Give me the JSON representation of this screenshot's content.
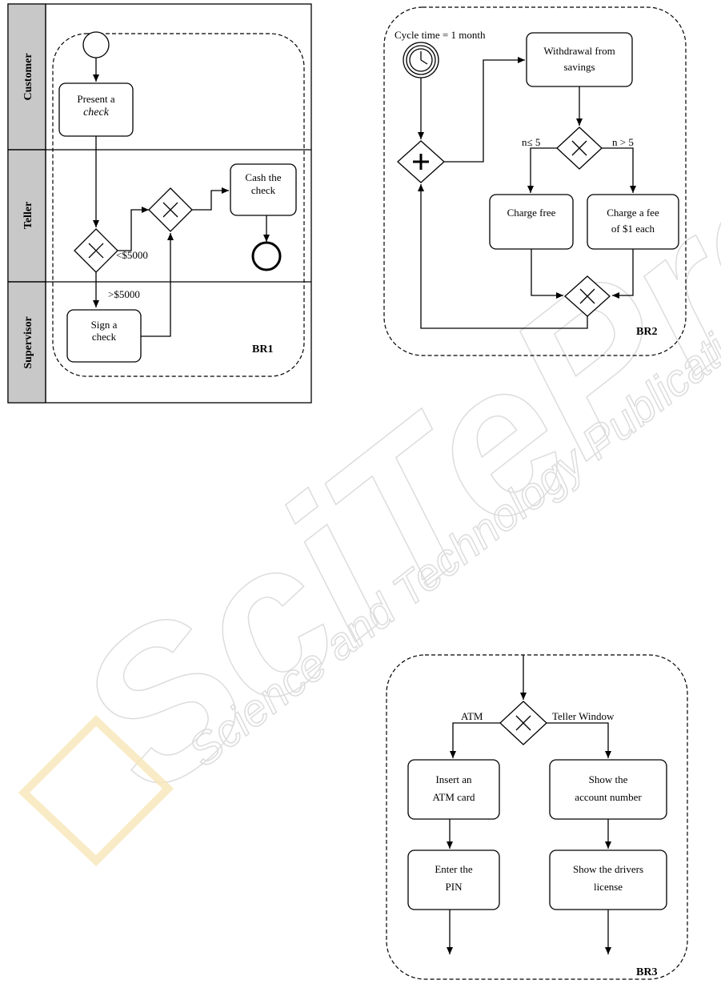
{
  "br1": {
    "label": "BR1",
    "lanes": [
      "Customer",
      "Teller",
      "Supervisor"
    ],
    "tasks": {
      "present_l1": "Present a",
      "present_l2": "check",
      "cash_l1": "Cash the",
      "cash_l2": "check",
      "sign_l1": "Sign a",
      "sign_l2": "check"
    },
    "conditions": {
      "less": "<$5000",
      "greater": ">$5000"
    }
  },
  "br2": {
    "label": "BR2",
    "timer": "Cycle time = 1 month",
    "tasks": {
      "withdraw_l1": "Withdrawal from",
      "withdraw_l2": "savings",
      "free": "Charge free",
      "fee_l1": "Charge a fee",
      "fee_l2": "of $1 each"
    },
    "conditions": {
      "le": "n≤ 5",
      "gt": "n > 5"
    }
  },
  "br3": {
    "label": "BR3",
    "conditions": {
      "atm": "ATM",
      "teller": "Teller Window"
    },
    "tasks": {
      "insert_l1": "Insert an",
      "insert_l2": "ATM card",
      "show_acct_l1": "Show the",
      "show_acct_l2": "account number",
      "pin_l1": "Enter the",
      "pin_l2": "PIN",
      "license_l1": "Show the drivers",
      "license_l2": "license"
    }
  },
  "watermark": {
    "main": "SciTePress",
    "sub": "Science and Technology Publications"
  }
}
